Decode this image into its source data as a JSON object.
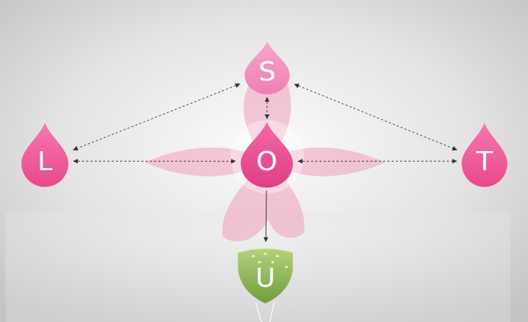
{
  "diagram": {
    "nodes": [
      {
        "text": [
          "S"
        ]
      },
      {
        "text": [
          "L"
        ]
      },
      {
        "text": [
          "O"
        ]
      },
      {
        "text": [
          "T"
        ]
      },
      {
        "text": [
          "U"
        ]
      }
    ],
    "edges": [
      {
        "from": 0,
        "to": 1,
        "arrow": "both"
      },
      {
        "from": 0,
        "to": 3,
        "arrow": "both"
      },
      {
        "from": 1,
        "to": 2,
        "arrow": "both"
      },
      {
        "from": 2,
        "to": 3,
        "arrow": "both"
      },
      {
        "from": 0,
        "to": 2,
        "arrow": "both"
      },
      {
        "from": 2,
        "to": 4,
        "arrow": "to"
      }
    ]
  }
}
